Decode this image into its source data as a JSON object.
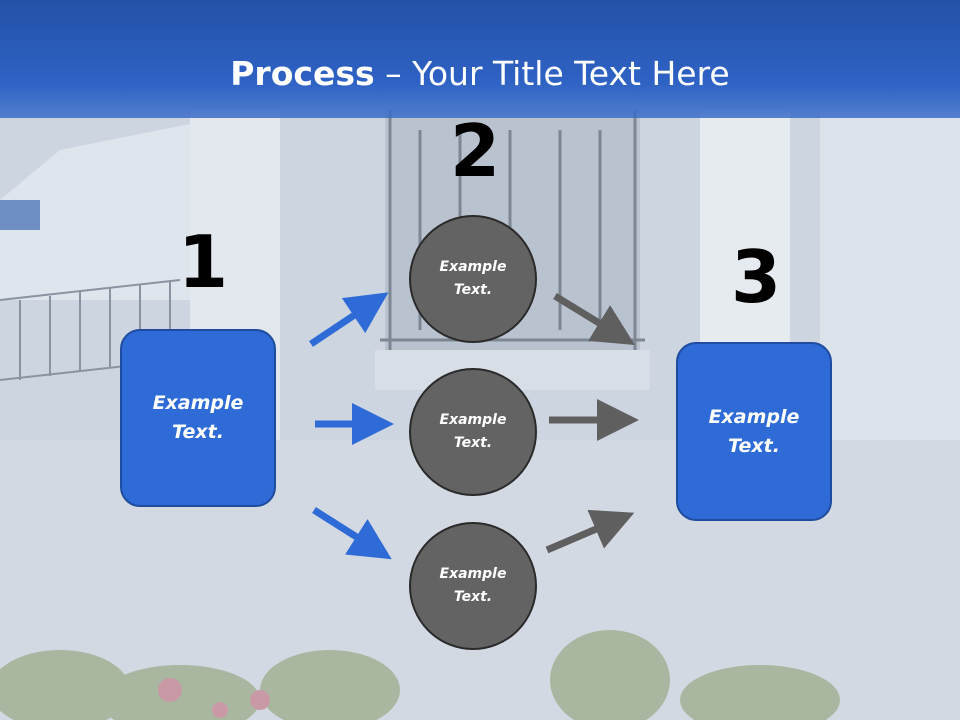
{
  "title": {
    "bold": "Process",
    "rest": " – Your Title Text Here"
  },
  "steps": [
    "1",
    "2",
    "3"
  ],
  "left_box": "Example\nText.",
  "right_box": "Example\nText.",
  "circles": [
    "Example\nText.",
    "Example\nText.",
    "Example\nText."
  ],
  "colors": {
    "header": "#2e62c4",
    "box": "#2e6bd6",
    "circle": "#636363",
    "arrow_blue": "#2e6bd6",
    "arrow_gray": "#5f5f5f"
  }
}
